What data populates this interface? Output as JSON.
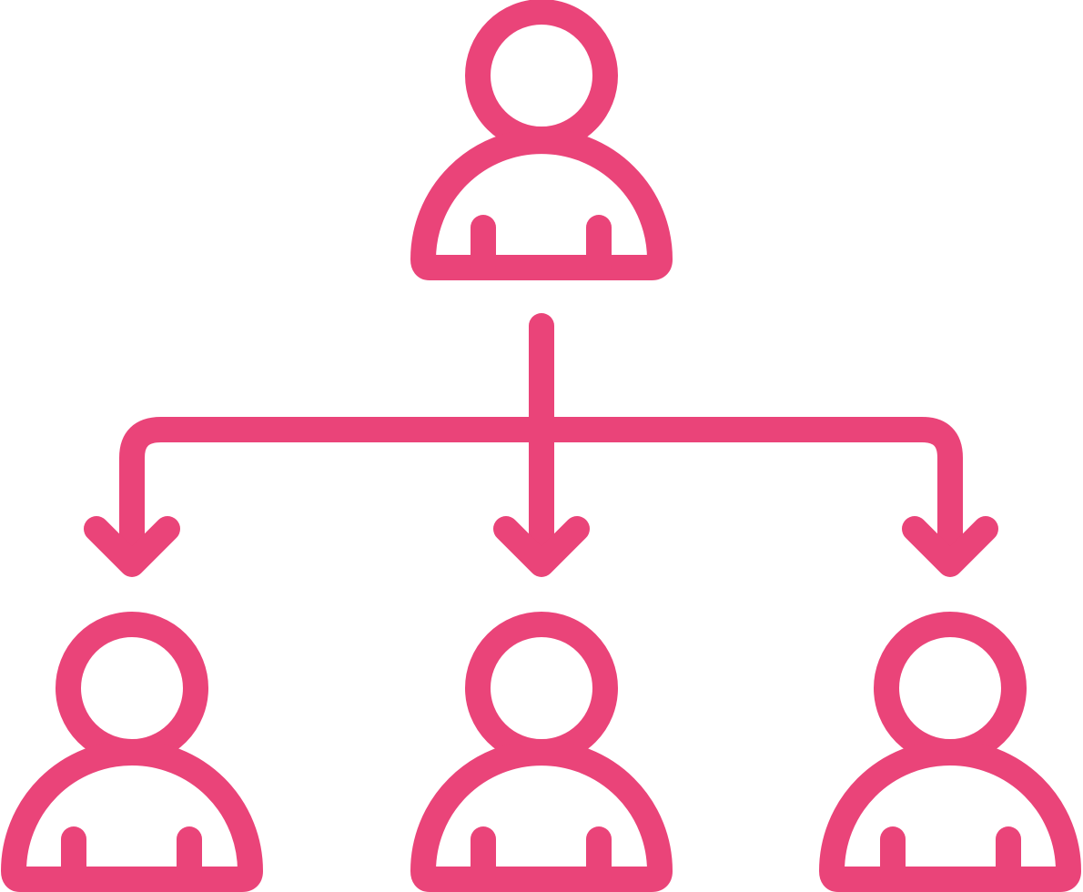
{
  "icon": {
    "name": "organization-hierarchy-icon",
    "color": "#EA4479",
    "background": "#FFFFFF",
    "style": "outline"
  },
  "nodes": [
    {
      "id": "top",
      "role": "parent"
    },
    {
      "id": "left",
      "role": "child"
    },
    {
      "id": "center",
      "role": "child"
    },
    {
      "id": "right",
      "role": "child"
    }
  ],
  "edges": [
    {
      "from": "top",
      "to": "left"
    },
    {
      "from": "top",
      "to": "center"
    },
    {
      "from": "top",
      "to": "right"
    }
  ]
}
